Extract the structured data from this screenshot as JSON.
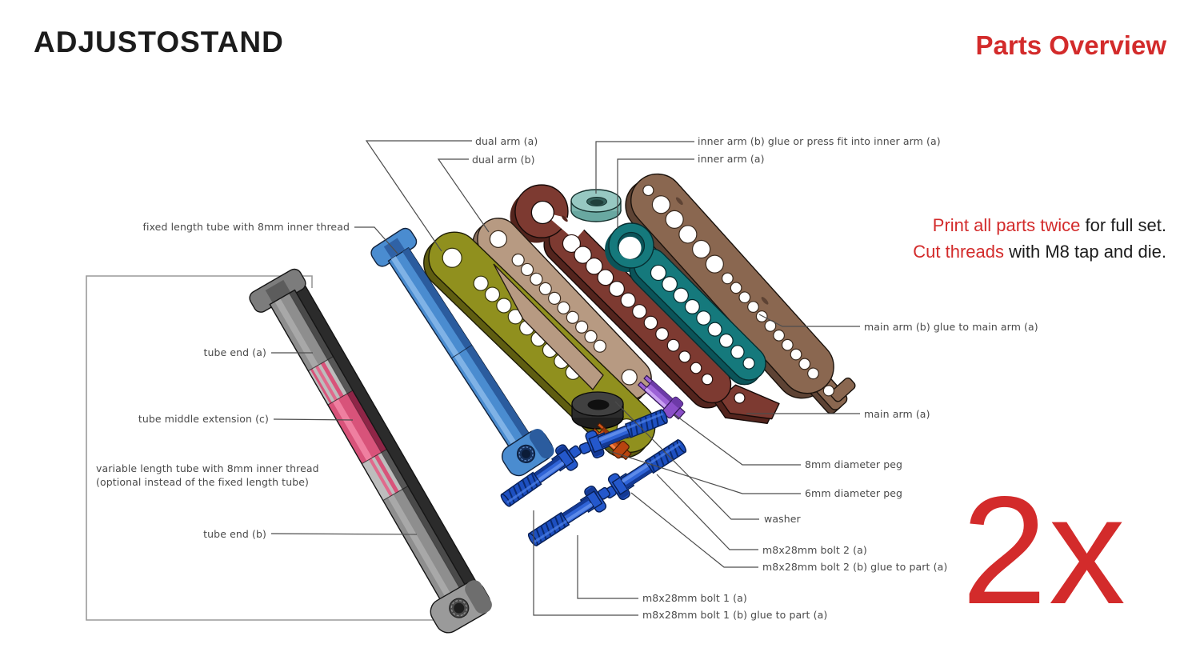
{
  "header": {
    "title": "ADJUSTOSTAND",
    "page_label": "Parts Overview"
  },
  "notes": {
    "print_red": "Print all parts twice",
    "print_rest": " for full set.",
    "cut_red": "Cut threads",
    "cut_rest": " with M8 tap and die.",
    "quantity": "2x"
  },
  "labels": {
    "dual_arm_a": "dual arm (a)",
    "dual_arm_b": "dual arm (b)",
    "inner_arm_b": "inner arm (b) glue or press fit into inner arm (a)",
    "inner_arm_a": "inner arm (a)",
    "fixed_tube": "fixed length tube with 8mm inner thread",
    "tube_end_a": "tube end (a)",
    "tube_mid_c": "tube middle extension (c)",
    "variable_tube_1": "variable length tube with 8mm inner thread",
    "variable_tube_2": "(optional instead of the fixed length tube)",
    "tube_end_b": "tube end (b)",
    "main_arm_b": "main arm (b) glue to main arm (a)",
    "main_arm_a": "main arm (a)",
    "peg_8mm": "8mm diameter peg",
    "peg_6mm": "6mm diameter peg",
    "washer": "washer",
    "bolt2_a": "m8x28mm bolt 2 (a)",
    "bolt2_b": "m8x28mm bolt 2 (b) glue to part (a)",
    "bolt1_a": "m8x28mm bolt 1 (a)",
    "bolt1_b": "m8x28mm bolt 1 (b) glue to part (a)"
  },
  "colors": {
    "accent_red": "#d32b2b",
    "text_dark": "#1c1c1c",
    "label_gray": "#4a4a4a",
    "line_gray": "#4d4d4d",
    "tube_blue": "#4a8cd0",
    "arm_olive": "#90901e",
    "arm_tan": "#b79a82",
    "arm_maroon": "#7d3a31",
    "arm_teal": "#15797c",
    "arm_brown": "#8a6750",
    "washer_teal": "#97c8c2",
    "washer_black": "#3e3e3e",
    "peg_purple": "#9c62d6",
    "peg_orange": "#cf5318",
    "bolt_blue": "#2458cc",
    "tube_gray": "#8e8e8e",
    "tube_pink": "#d8537a"
  }
}
